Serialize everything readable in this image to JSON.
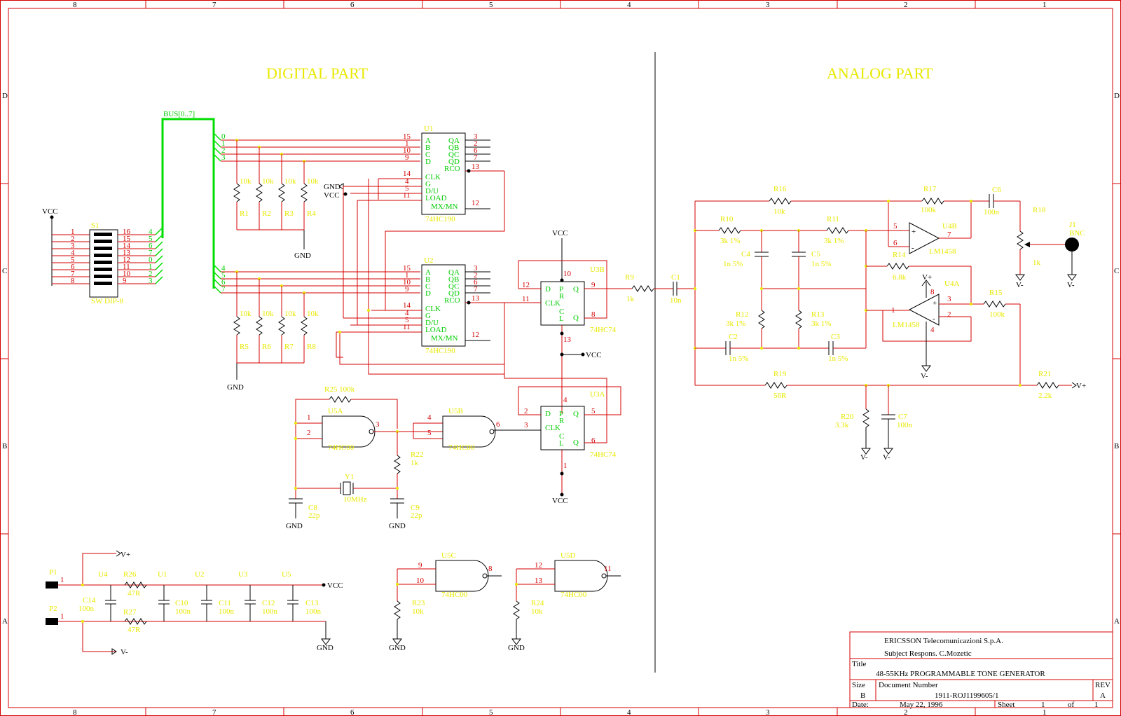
{
  "border": {
    "columns": [
      "8",
      "7",
      "6",
      "5",
      "4",
      "3",
      "2",
      "1"
    ],
    "rows": [
      "D",
      "C",
      "B",
      "A"
    ]
  },
  "sections": {
    "digital_title": "DIGITAL PART",
    "analog_title": "ANALOG PART"
  },
  "digital": {
    "bus_label": "BUS[0..7]",
    "switch": {
      "ref": "S1",
      "part": "SW DIP-8",
      "left_pins": [
        "1",
        "2",
        "3",
        "4",
        "5",
        "6",
        "7",
        "8"
      ],
      "right_pins": [
        "16",
        "15",
        "14",
        "13",
        "12",
        "11",
        "10",
        "9"
      ],
      "bus_bits": [
        "4",
        "5",
        "6",
        "7",
        "0",
        "1",
        "2",
        "3"
      ]
    },
    "vcc": "VCC",
    "gnd": "GND",
    "u1": {
      "ref": "U1",
      "part": "74HC190",
      "in_pins": [
        "15",
        "1",
        "10",
        "9"
      ],
      "inputs": [
        "A",
        "B",
        "C",
        "D"
      ],
      "outputs": [
        "QA",
        "QB",
        "QC",
        "QD",
        "RCO"
      ],
      "out_pins": [
        "3",
        "2",
        "6",
        "7",
        "13"
      ],
      "ctrl": [
        "CLK",
        "G",
        "D/U",
        "LOAD"
      ],
      "ctrl_pins": [
        "14",
        "4",
        "5",
        "11"
      ],
      "mxmn": "MX/MN",
      "mxmn_pin": "12",
      "bus_bits": [
        "0",
        "1",
        "2",
        "3"
      ]
    },
    "u2": {
      "ref": "U2",
      "part": "74HC190",
      "in_pins": [
        "15",
        "1",
        "10",
        "9"
      ],
      "inputs": [
        "A",
        "B",
        "C",
        "D"
      ],
      "outputs": [
        "QA",
        "QB",
        "QC",
        "QD",
        "RCO"
      ],
      "out_pins": [
        "3",
        "2",
        "6",
        "7",
        "13"
      ],
      "ctrl": [
        "CLK",
        "G",
        "D/U",
        "LOAD"
      ],
      "ctrl_pins": [
        "14",
        "4",
        "5",
        "11"
      ],
      "mxmn": "MX/MN",
      "mxmn_pin": "12",
      "bus_bits": [
        "4",
        "5",
        "6",
        "7"
      ]
    },
    "pullups_top": [
      {
        "ref": "R1",
        "val": "10k"
      },
      {
        "ref": "R2",
        "val": "10k"
      },
      {
        "ref": "R3",
        "val": "10k"
      },
      {
        "ref": "R4",
        "val": "10k"
      }
    ],
    "pullups_bot": [
      {
        "ref": "R5",
        "val": "10k"
      },
      {
        "ref": "R6",
        "val": "10k"
      },
      {
        "ref": "R7",
        "val": "10k"
      },
      {
        "ref": "R8",
        "val": "10k"
      }
    ],
    "u3b": {
      "ref": "U3B",
      "part": "74HC74",
      "pins": {
        "d": "12",
        "clk": "11",
        "q": "9",
        "qn": "8",
        "pr": "10",
        "cl": "13"
      }
    },
    "u3a": {
      "ref": "U3A",
      "part": "74HC74",
      "pins": {
        "d": "2",
        "clk": "3",
        "q": "5",
        "qn": "6",
        "pr": "4",
        "cl": "1"
      }
    },
    "osc": {
      "r25": "R25  100k",
      "u5a": {
        "ref": "U5A",
        "part": "74HC00",
        "pins": [
          "1",
          "2",
          "3"
        ]
      },
      "u5b": {
        "ref": "U5B",
        "part": "74HC00",
        "pins": [
          "4",
          "5",
          "6"
        ]
      },
      "r22": {
        "ref": "R22",
        "val": "1k"
      },
      "y1": {
        "ref": "Y1",
        "val": "10MHz"
      },
      "c8": {
        "ref": "C8",
        "val": "22p"
      },
      "c9": {
        "ref": "C9",
        "val": "22p"
      }
    },
    "spare": {
      "u5c": {
        "ref": "U5C",
        "part": "74HC00",
        "pins": [
          "9",
          "10",
          "8"
        ]
      },
      "u5d": {
        "ref": "U5D",
        "part": "74HC00",
        "pins": [
          "12",
          "13",
          "11"
        ]
      },
      "r23": {
        "ref": "R23",
        "val": "10k"
      },
      "r24": {
        "ref": "R24",
        "val": "10k"
      }
    }
  },
  "power": {
    "p1": "P1",
    "p2": "P2",
    "pin": "1",
    "vplus": "V+",
    "vminus": "V-",
    "vcc": "VCC",
    "gnd": "GND",
    "r26": {
      "ref": "R26",
      "val": "47R"
    },
    "r27": {
      "ref": "R27",
      "val": "47R"
    },
    "units": [
      "U4",
      "U1",
      "U2",
      "U3",
      "U5"
    ],
    "caps": [
      {
        "ref": "C14",
        "val": "100n"
      },
      {
        "ref": "C10",
        "val": "100n"
      },
      {
        "ref": "C11",
        "val": "100n"
      },
      {
        "ref": "C12",
        "val": "100n"
      },
      {
        "ref": "C13",
        "val": "100n"
      }
    ]
  },
  "analog": {
    "r9": {
      "ref": "R9",
      "val": "1k"
    },
    "c1": {
      "ref": "C1",
      "val": "10n"
    },
    "r10": {
      "ref": "R10",
      "val": "3k 1%"
    },
    "r11": {
      "ref": "R11",
      "val": "3k 1%"
    },
    "r12": {
      "ref": "R12",
      "val": "3k 1%"
    },
    "r13": {
      "ref": "R13",
      "val": "3k 1%"
    },
    "c2": {
      "ref": "C2",
      "val": "1n 5%"
    },
    "c3": {
      "ref": "C3",
      "val": "1n 5%"
    },
    "c4": {
      "ref": "C4",
      "val": "1n 5%"
    },
    "c5": {
      "ref": "C5",
      "val": "1n 5%"
    },
    "r16": {
      "ref": "R16",
      "val": "10k"
    },
    "r17": {
      "ref": "R17",
      "val": "100k"
    },
    "c6": {
      "ref": "C6",
      "val": "100n"
    },
    "r18": {
      "ref": "R18",
      "val": "1k"
    },
    "j1": {
      "ref": "J1",
      "val": "BNC"
    },
    "r14": {
      "ref": "R14",
      "val": "6.8k"
    },
    "r15": {
      "ref": "R15",
      "val": "100k"
    },
    "r19": {
      "ref": "R19",
      "val": "56R"
    },
    "r20": {
      "ref": "R20",
      "val": "3.3k"
    },
    "c7": {
      "ref": "C7",
      "val": "100n"
    },
    "r21": {
      "ref": "R21",
      "val": "2.2k"
    },
    "u4b": {
      "ref": "U4B",
      "part": "LM1458",
      "pins": [
        "5",
        "6",
        "7"
      ]
    },
    "u4a": {
      "ref": "U4A",
      "part": "LM1458",
      "pins": [
        "3",
        "2",
        "1",
        "8",
        "4"
      ]
    },
    "vplus": "V+",
    "vminus": "V-"
  },
  "titleblock": {
    "company": "ERICSSON Telecomunicazioni S.p.A.",
    "responsible": "Subject Respons. C.Mozetic",
    "title_label": "Title",
    "title": "48-55KHz PROGRAMMABLE TONE GENERATOR",
    "size_label": "Size",
    "size": "B",
    "docnum_label": "Document Number",
    "docnum": "1911-ROJ1199605/1",
    "rev_label": "REV",
    "rev": "A",
    "date_label": "Date:",
    "date": "May 22, 1996",
    "sheet_label": "Sheet",
    "sheet": "1",
    "of_label": "of",
    "of": "1"
  }
}
